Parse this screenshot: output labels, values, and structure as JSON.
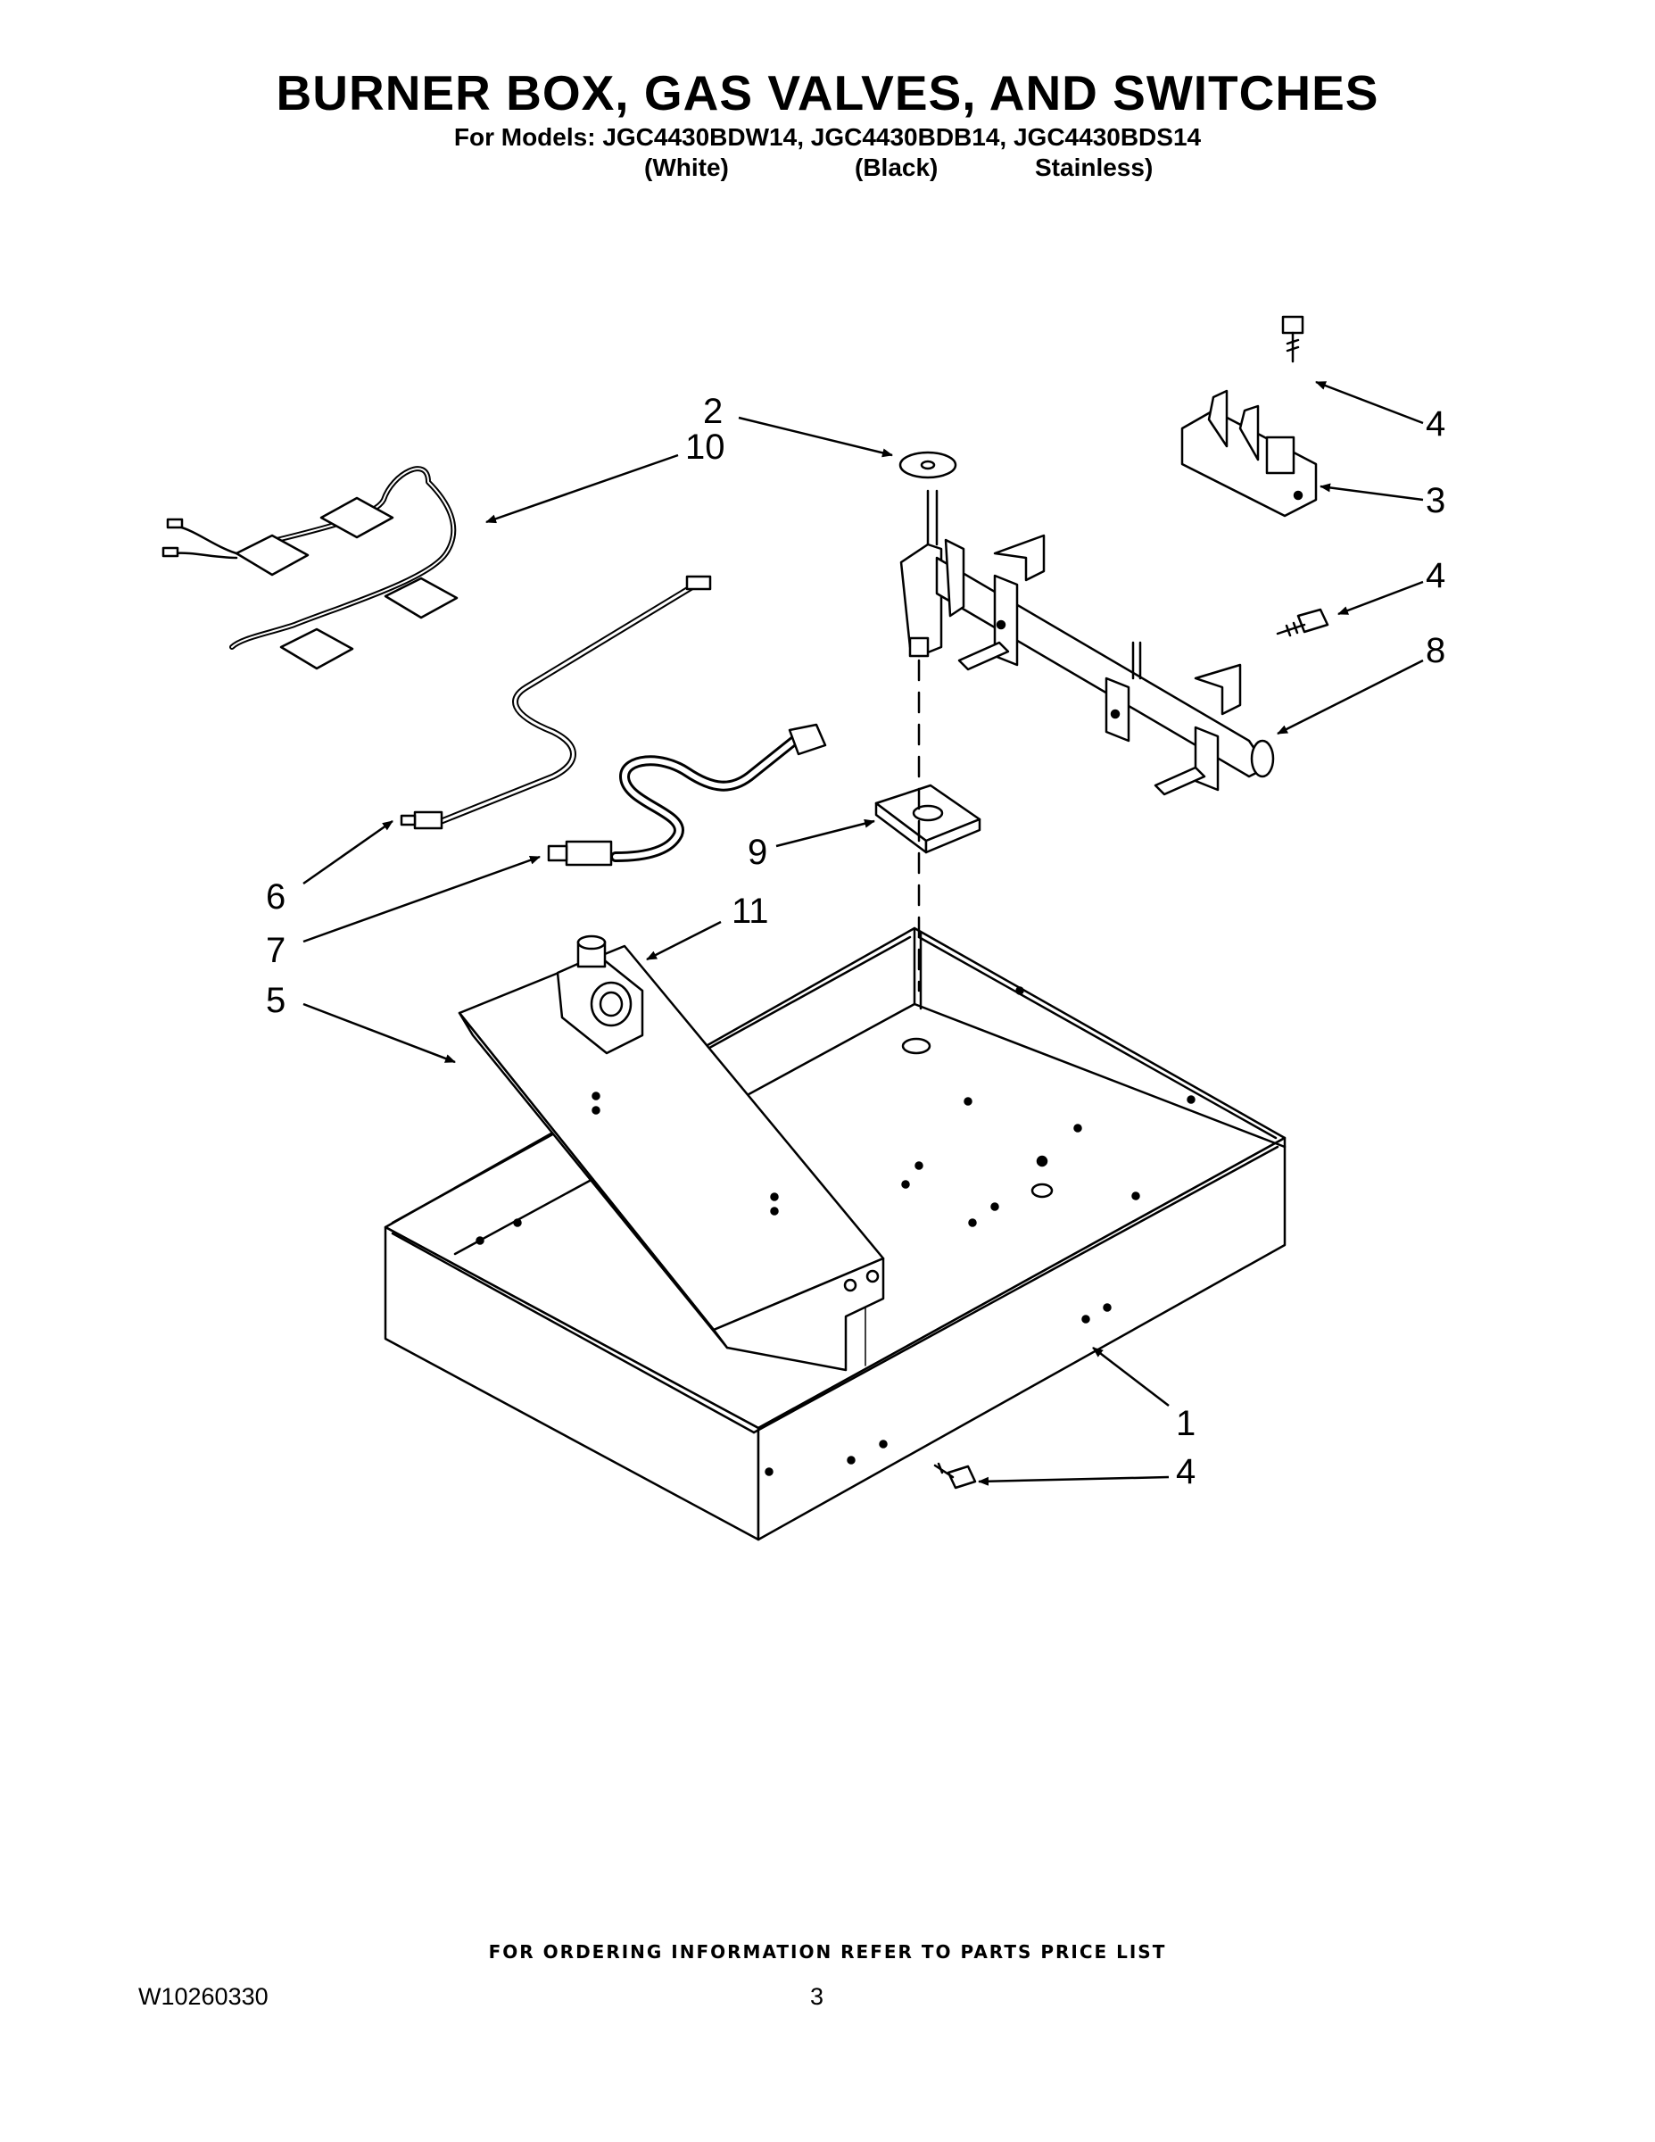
{
  "header": {
    "title": "BURNER BOX, GAS VALVES, AND SWITCHES",
    "models": "For Models: JGC4430BDW14, JGC4430BDB14, JGC4430BDS14",
    "variants": [
      "(White)",
      "(Black)",
      "Stainless)"
    ]
  },
  "callouts": [
    "2",
    "10",
    "4",
    "3",
    "4",
    "8",
    "6",
    "7",
    "9",
    "11",
    "5",
    "1",
    "4"
  ],
  "footer": {
    "ordering_note": "FOR ORDERING INFORMATION REFER TO PARTS PRICE LIST",
    "document_number": "W10260330",
    "page_number": "3"
  }
}
